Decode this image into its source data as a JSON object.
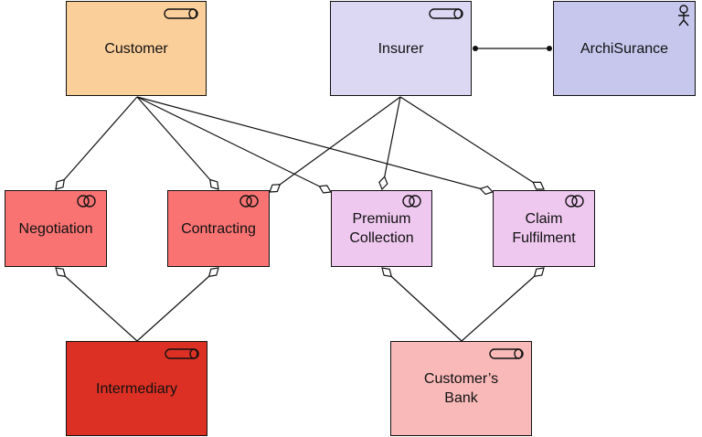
{
  "nodes": {
    "customer": {
      "label": "Customer",
      "kind": "role-icon",
      "fill": "#fbcf9a"
    },
    "insurer": {
      "label": "Insurer",
      "kind": "role-icon",
      "fill": "#dcd7f3"
    },
    "archisurance": {
      "label": "ArchiSurance",
      "kind": "actor-icon",
      "fill": "#c7c7ee"
    },
    "negotiation": {
      "label": "Negotiation",
      "kind": "collaboration-icon",
      "fill": "#fa7373"
    },
    "contracting": {
      "label": "Contracting",
      "kind": "collaboration-icon",
      "fill": "#fa7373"
    },
    "premium": {
      "label": "Premium\nCollection",
      "kind": "collaboration-icon",
      "fill": "#efc8ef"
    },
    "claim": {
      "label": "Claim\nFulfilment",
      "kind": "collaboration-icon",
      "fill": "#efc8ef"
    },
    "intermediary": {
      "label": "Intermediary",
      "kind": "role-icon",
      "fill": "#dd3024"
    },
    "bank": {
      "label": "Customer’s\nBank",
      "kind": "role-icon",
      "fill": "#f9b9b9"
    }
  },
  "relations": {
    "assignment": [
      {
        "from": "insurer",
        "to": "archisurance"
      }
    ],
    "aggregation": [
      {
        "from": "customer",
        "to": "negotiation"
      },
      {
        "from": "customer",
        "to": "contracting"
      },
      {
        "from": "customer",
        "to": "premium"
      },
      {
        "from": "customer",
        "to": "claim"
      },
      {
        "from": "insurer",
        "to": "contracting"
      },
      {
        "from": "insurer",
        "to": "premium"
      },
      {
        "from": "insurer",
        "to": "claim"
      },
      {
        "from": "intermediary",
        "to": "negotiation"
      },
      {
        "from": "intermediary",
        "to": "contracting"
      },
      {
        "from": "bank",
        "to": "premium"
      },
      {
        "from": "bank",
        "to": "claim"
      }
    ]
  }
}
